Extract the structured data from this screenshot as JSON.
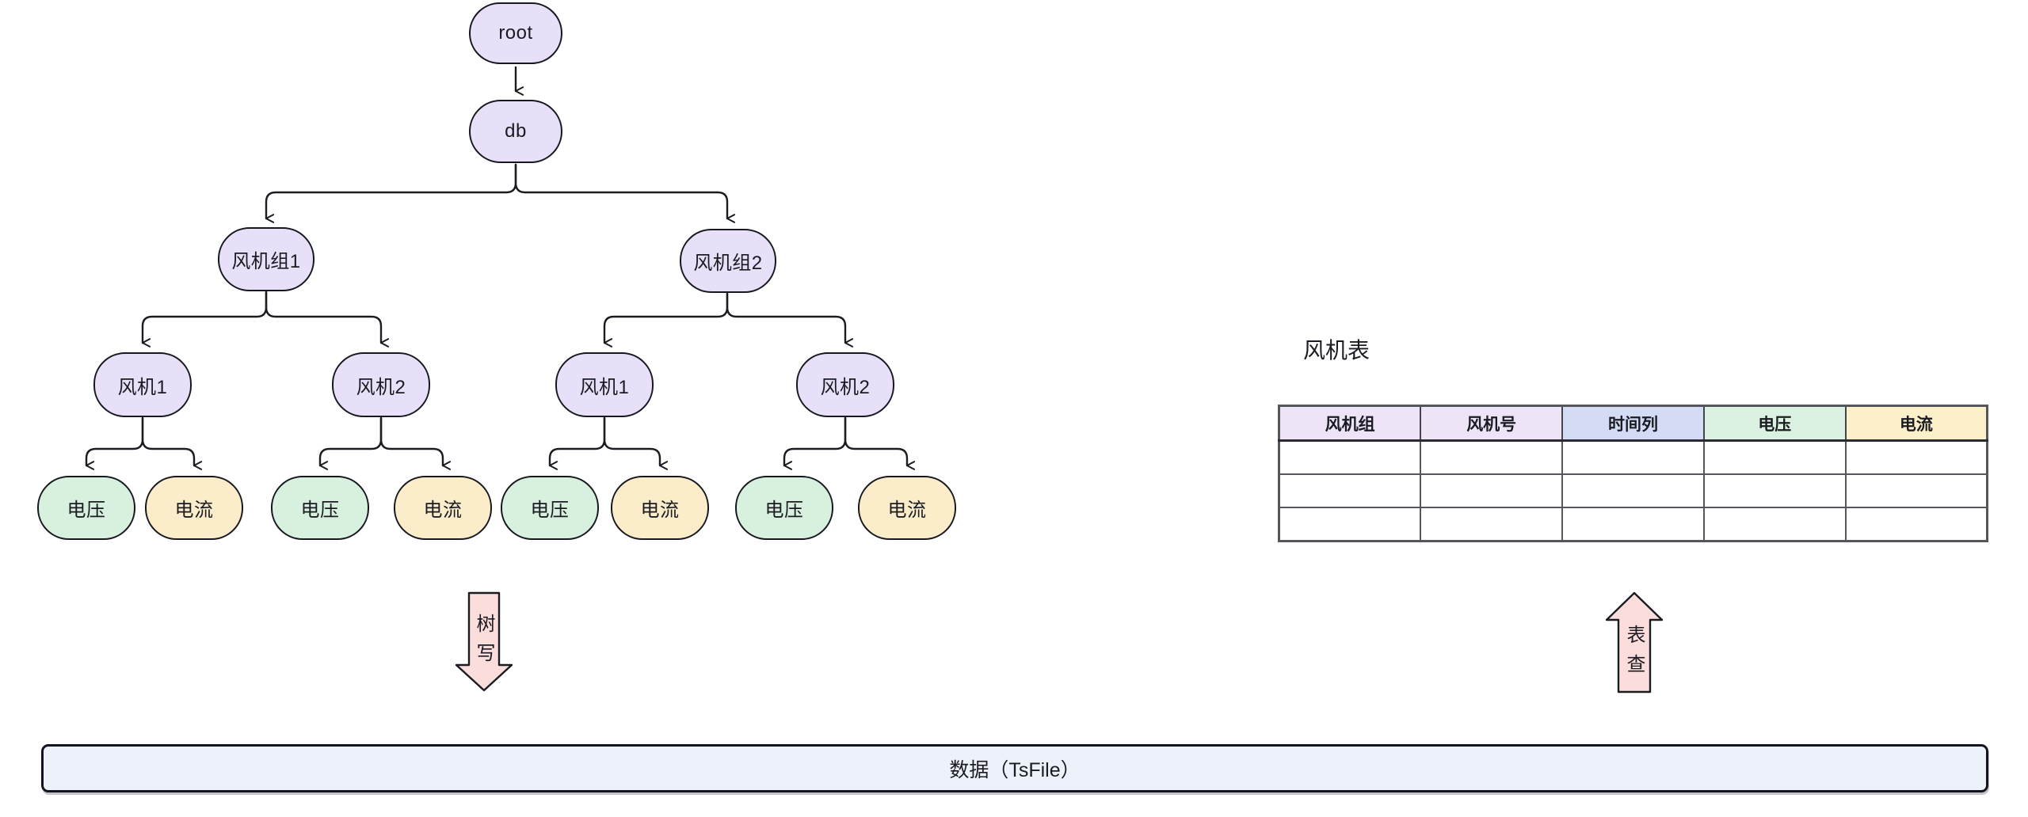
{
  "tree": {
    "root": "root",
    "db": "db",
    "groups": [
      "风机组1",
      "风机组2"
    ],
    "turbines": [
      "风机1",
      "风机2",
      "风机1",
      "风机2"
    ],
    "leaves": [
      "电压",
      "电流",
      "电压",
      "电流",
      "电压",
      "电流",
      "电压",
      "电流"
    ]
  },
  "arrows": {
    "tree_write_label": "树写",
    "table_query_label": "表查"
  },
  "table": {
    "title": "风机表",
    "columns": [
      "风机组",
      "风机号",
      "时间列",
      "电压",
      "电流"
    ],
    "empty_row_count": 3,
    "header_colors": [
      "#ede4f8",
      "#ede4f8",
      "#d4dcf5",
      "#dbf2e2",
      "#fcf0ca"
    ]
  },
  "datastore": {
    "label": "数据（TsFile）"
  },
  "colors": {
    "node_purple": "#e8dff8",
    "node_green": "#d8f0de",
    "node_yellow": "#fbedc9",
    "big_arrow_pink": "#fbdddc",
    "datastore_fill": "#edf1fa",
    "ink": "#1b1b22",
    "background": "#ffffff"
  }
}
